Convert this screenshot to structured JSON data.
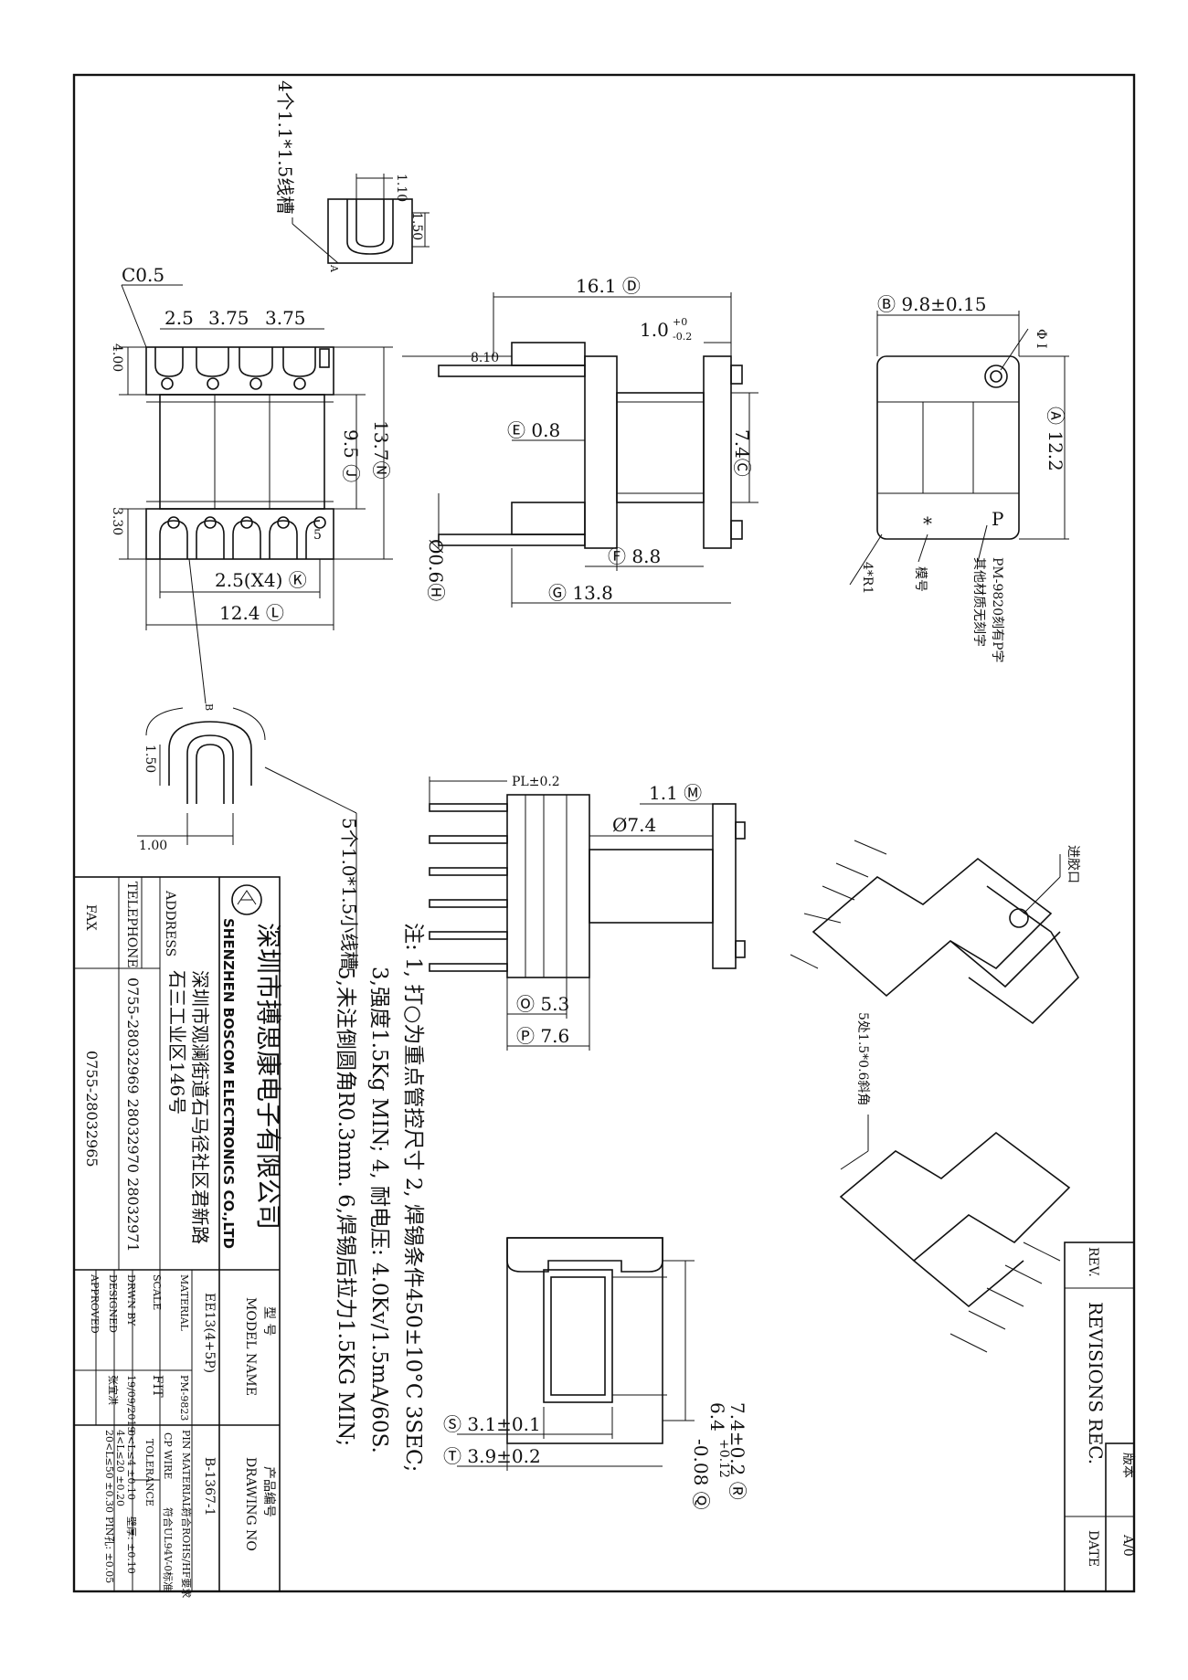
{
  "drawing_labels": {
    "slot_4_note": "4个1.1*1.5线槽",
    "d_110": "1.10",
    "d_150": "1.50",
    "mark_a": "A",
    "mark_b": "B",
    "c05": "C0.5",
    "d_25a": "2.5",
    "d_375a": "3.75",
    "d_375b": "3.75",
    "d_400": "4.00",
    "d_330": "3.30",
    "d_95": "9.5 Ⓙ",
    "d_137": "13.7Ⓝ",
    "d_25x4": "2.5(X4) Ⓚ",
    "d_124": "12.4 Ⓛ",
    "pin_no_5": "5",
    "d_161": "16.1 Ⓓ",
    "d_10tol": "1.0",
    "d_10up": "+0",
    "d_10dn": "-0.2",
    "d_810": "8.10",
    "d_08": "Ⓔ 0.8",
    "d_74c": "7.4Ⓒ",
    "d_88": "Ⓕ 8.8",
    "d_138": "Ⓖ 13.8",
    "d_06": "Ø0.6Ⓗ",
    "d_98": "Ⓑ 9.8±0.15",
    "d_122": "Ⓐ 12.2",
    "phi_i": "Φ I",
    "p_mark": "P",
    "star_mark": "*",
    "r1": "4*R1",
    "mold_no": "模号",
    "pm_note1": "PM-9820刻有P字",
    "pm_note2": "其他材质无刻字",
    "d_150b": "1.50",
    "d_100": "1.00",
    "slot_5_note": "5个1.0*1.5小线槽",
    "pl": "PL±0.2",
    "d_11": "1.1 Ⓜ",
    "d_74phi": "Ø7.4",
    "d_53": "Ⓞ 5.3",
    "d_76": "Ⓟ 7.6",
    "gate": "进胶口",
    "chamfer": "5处1.5*0.6斜角",
    "d_31": "Ⓢ 3.1±0.1",
    "d_39": "Ⓣ 3.9±0.2",
    "d_74r": "7.4±0.2 Ⓡ",
    "d_64": "6.4",
    "d_64up": "+0.12",
    "d_64dn": "-0.08 Ⓠ"
  },
  "notes": {
    "line1": "注: 1, 打○为重点管控尺寸 2, 焊锡条件450±10°C 3SEC;",
    "line2": "3,强度1.5Kg MIN;       4, 耐电压: 4.0Kv/1.5mA/60S.",
    "line3": "5,未注倒圆角R0.3mm.      6,焊锡后拉力1.5KG MIN;"
  },
  "title_block": {
    "company_cn": "深圳市搏思康电子有限公司",
    "company_en": "SHENZHEN BOSCOM ELECTRONICS CO.,LTD",
    "address_label": "ADDRESS",
    "address_line1": "深圳市观澜街道石马径社区君新路",
    "address_line2": "石三工业区146号",
    "telephone_label": "TELEPHONE",
    "telephone": "0755-28032969 28032970 28032971",
    "fax_label": "FAX",
    "fax": "0755-28032965",
    "model_label_cn": "型  号",
    "model_label_en": "MODEL NAME",
    "model_value": "EE13(4+5P)",
    "drawing_label_cn": "产品编号",
    "drawing_label_en": "DRAWING NO",
    "drawing_value": "B-1367-1",
    "material_label": "MATERIAL",
    "material_value": "PM-9823",
    "scale_label": "SCALE",
    "scale_value": "FIT",
    "drawn_label": "DRWN BY",
    "drawn_value": "19/09/2019",
    "designed_label": "DESIGNED",
    "designed_value": "张宜洪",
    "approved_label": "APPROVED",
    "pin_material_label": "PIN MATERIAL:",
    "pin_material_value": "符合ROHS/HF要求",
    "cp_wire_label": "CP WIRE",
    "cp_wire_value": "符合UL94V-0标准",
    "tolerance_label": "TOLERANCE",
    "tol_row1": "0<L≤4   ±0.10",
    "tol_row2": "4<L≤20  ±0.20",
    "tol_row3": "20<L≤50  ±0.30",
    "wall_tol": "壁厚: ±0.10",
    "pin_tol": "PIN孔: ±0.05"
  },
  "revision_block": {
    "rev_label": "REV.",
    "revisions_label": "REVISIONS REC.",
    "date_label": "DATE",
    "version_label": "版本",
    "version_value": "A/0"
  }
}
